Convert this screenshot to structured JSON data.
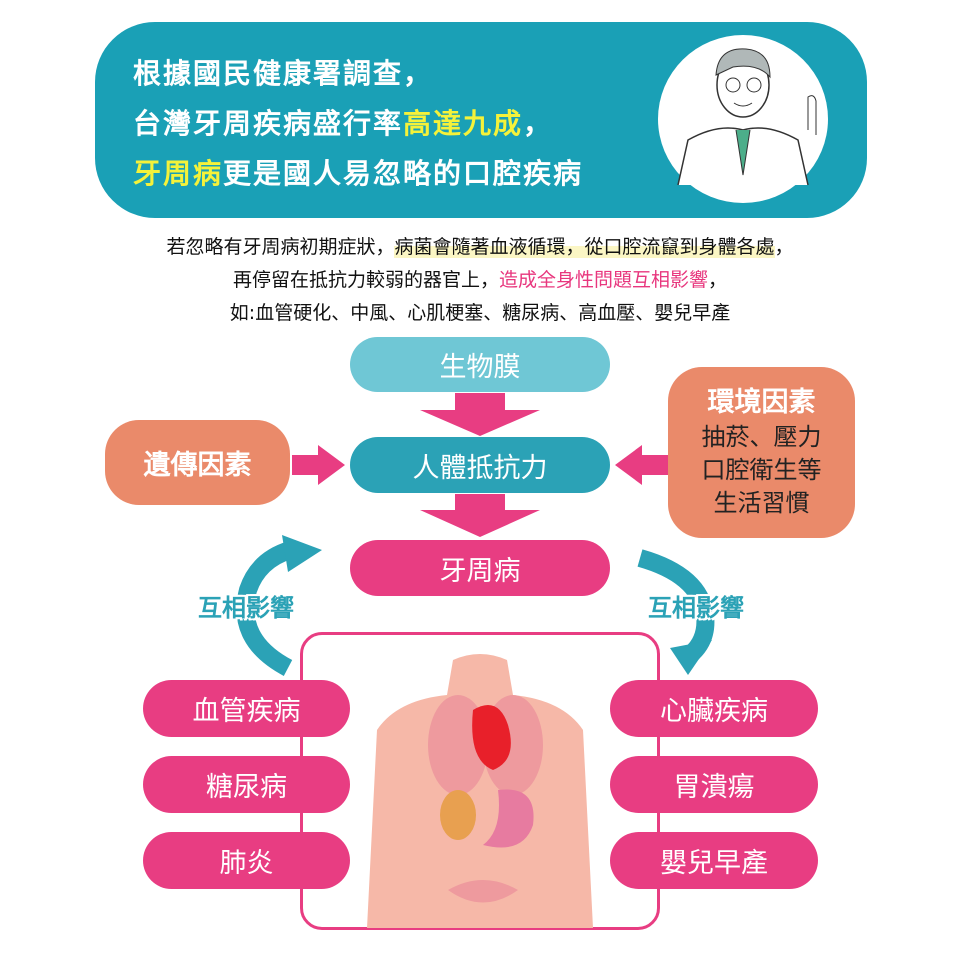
{
  "banner": {
    "line1": "根據國民健康署調查，",
    "line2_a": "台灣牙周疾病盛行率",
    "line2_b": "高達九成",
    "line2_c": "，",
    "line3_a": "牙周病",
    "line3_b": "更是國人易忽略的口腔疾病"
  },
  "paragraph": {
    "l1_a": "若忽略有牙周病初期症狀，",
    "l1_b": "病菌會隨著血液循環，從口腔流竄到身體各處",
    "l1_c": "，",
    "l2_a": "再停留在抵抗力較弱的器官上，",
    "l2_b": "造成全身性問題互相影響",
    "l2_c": "，",
    "l3": "如:血管硬化、中風、心肌梗塞、糖尿病、高血壓、嬰兒早產"
  },
  "diagram": {
    "biofilm": "生物膜",
    "resistance": "人體抵抗力",
    "genetic": "遺傳因素",
    "environment_title": "環境因素",
    "environment_items": [
      "抽菸、壓力",
      "口腔衛生等",
      "生活習慣"
    ],
    "periodontal": "牙周病",
    "mutual_left": "互相影響",
    "mutual_right": "互相影響",
    "left_diseases": [
      "血管疾病",
      "糖尿病",
      "肺炎"
    ],
    "right_diseases": [
      "心臟疾病",
      "胃潰瘍",
      "嬰兒早產"
    ]
  },
  "colors": {
    "teal": "#1aa0b6",
    "pink": "#e83d82",
    "orange": "#ea8a6a",
    "yellow": "#f4f23a"
  }
}
